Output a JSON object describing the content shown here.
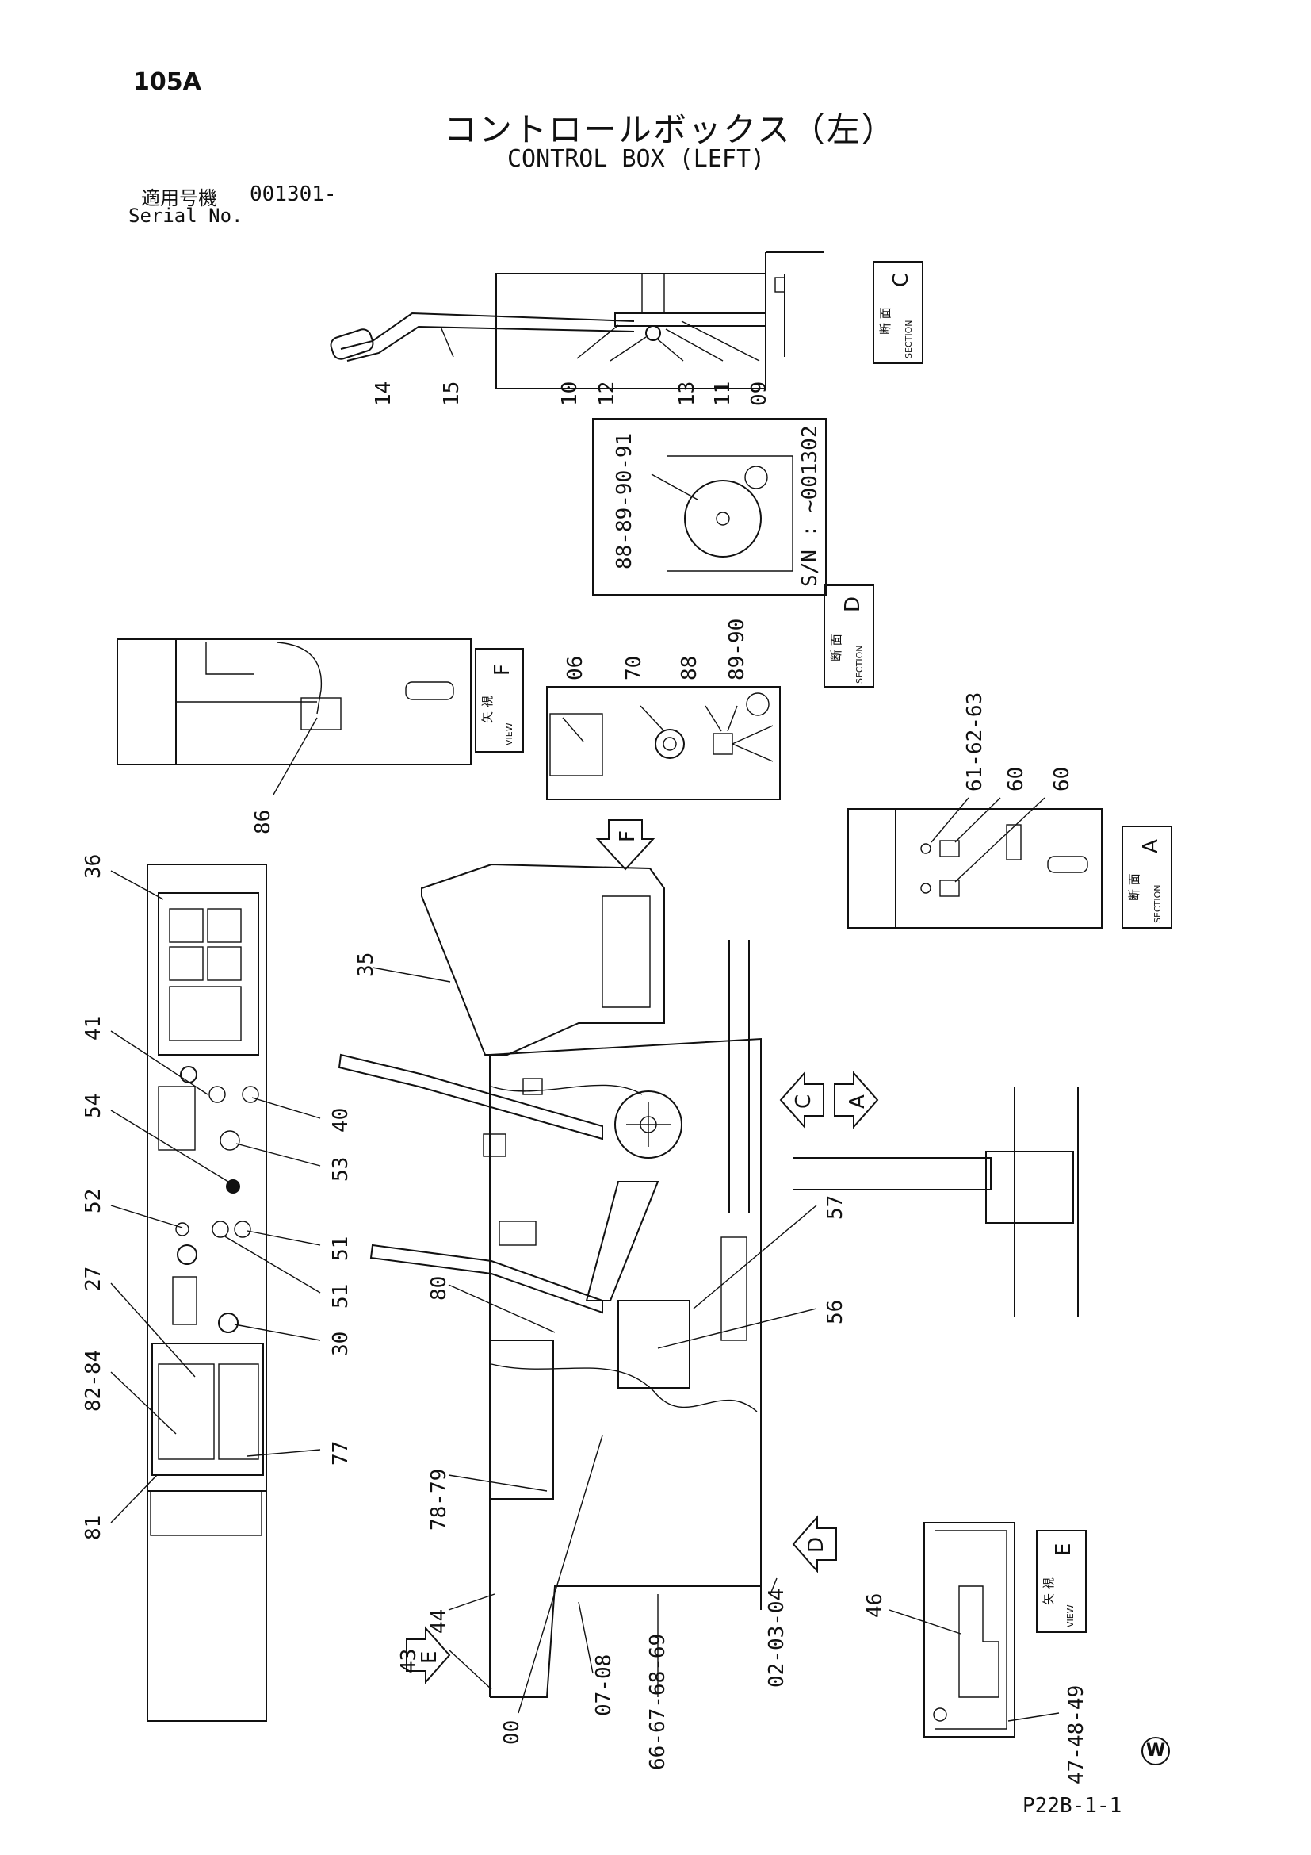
{
  "header": {
    "page_number": "105A",
    "title_jp": "コントロールボックス（左）",
    "title_en": "CONTROL BOX (LEFT)",
    "serial_label_jp": "適用号機",
    "serial_value": "001301-",
    "serial_label_en": "Serial No."
  },
  "views": {
    "section_c": {
      "jp": "断 面",
      "en": "SECTION",
      "letter": "C"
    },
    "section_d": {
      "jp": "断 面",
      "en": "SECTION",
      "letter": "D"
    },
    "section_a": {
      "jp": "断 面",
      "en": "SECTION",
      "letter": "A"
    },
    "view_f": {
      "jp": "矢 視",
      "en": "VIEW",
      "letter": "F"
    },
    "view_e": {
      "jp": "矢 視",
      "en": "VIEW",
      "letter": "E"
    }
  },
  "serial_note": "S/N : ~001302",
  "labels": {
    "p14": "14",
    "p15": "15",
    "p10": "10",
    "p12": "12",
    "p13": "13",
    "p11": "11",
    "p09": "09",
    "p88_91": "88-89-90-91",
    "p06": "06",
    "p70": "70",
    "p88": "88",
    "p89_90": "89-90",
    "p86": "86",
    "p61_63": "61-62-63",
    "p60a": "60",
    "p60b": "60",
    "p36": "36",
    "p41": "41",
    "p40": "40",
    "p54": "54",
    "p53": "53",
    "p52": "52",
    "p51a": "51",
    "p51b": "51",
    "p27": "27",
    "p30": "30",
    "p82_84": "82-84",
    "p77": "77",
    "p81": "81",
    "p35": "35",
    "p57": "57",
    "p56": "56",
    "p80": "80",
    "p78_79": "78-79",
    "p44": "44",
    "p43": "43",
    "p00": "00",
    "p07_08": "07-08",
    "p66_69": "66-67-68-69",
    "p02_04": "02-03-04",
    "p46": "46",
    "p47_49": "47-48-49"
  },
  "arrows": {
    "f": "F",
    "c": "C",
    "a": "A",
    "d": "D",
    "e": "E"
  },
  "footer": {
    "code": "P22B-1-1",
    "mark": "W"
  }
}
